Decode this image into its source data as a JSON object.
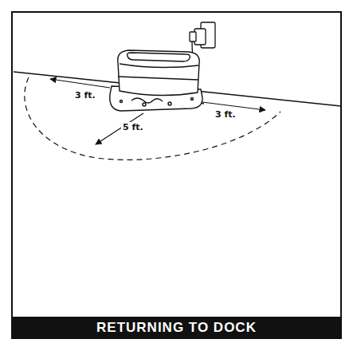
{
  "diagram": {
    "caption": "RETURNING TO DOCK",
    "labels": [
      "3 ft.",
      "3 ft.",
      "5 ft."
    ]
  }
}
